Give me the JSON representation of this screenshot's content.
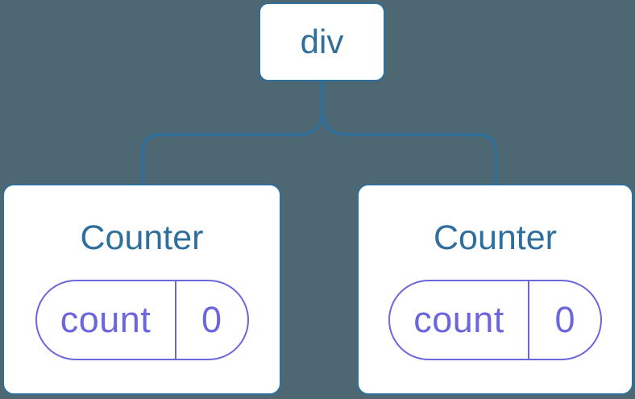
{
  "colors": {
    "bg": "#4D6872",
    "blue": "#2E6F9E",
    "purple": "#6B66DC",
    "card_bg": "#FFFFFF"
  },
  "tree": {
    "root": {
      "label": "div"
    },
    "children": [
      {
        "title": "Counter",
        "state": {
          "key": "count",
          "value": "0"
        }
      },
      {
        "title": "Counter",
        "state": {
          "key": "count",
          "value": "0"
        }
      }
    ]
  }
}
